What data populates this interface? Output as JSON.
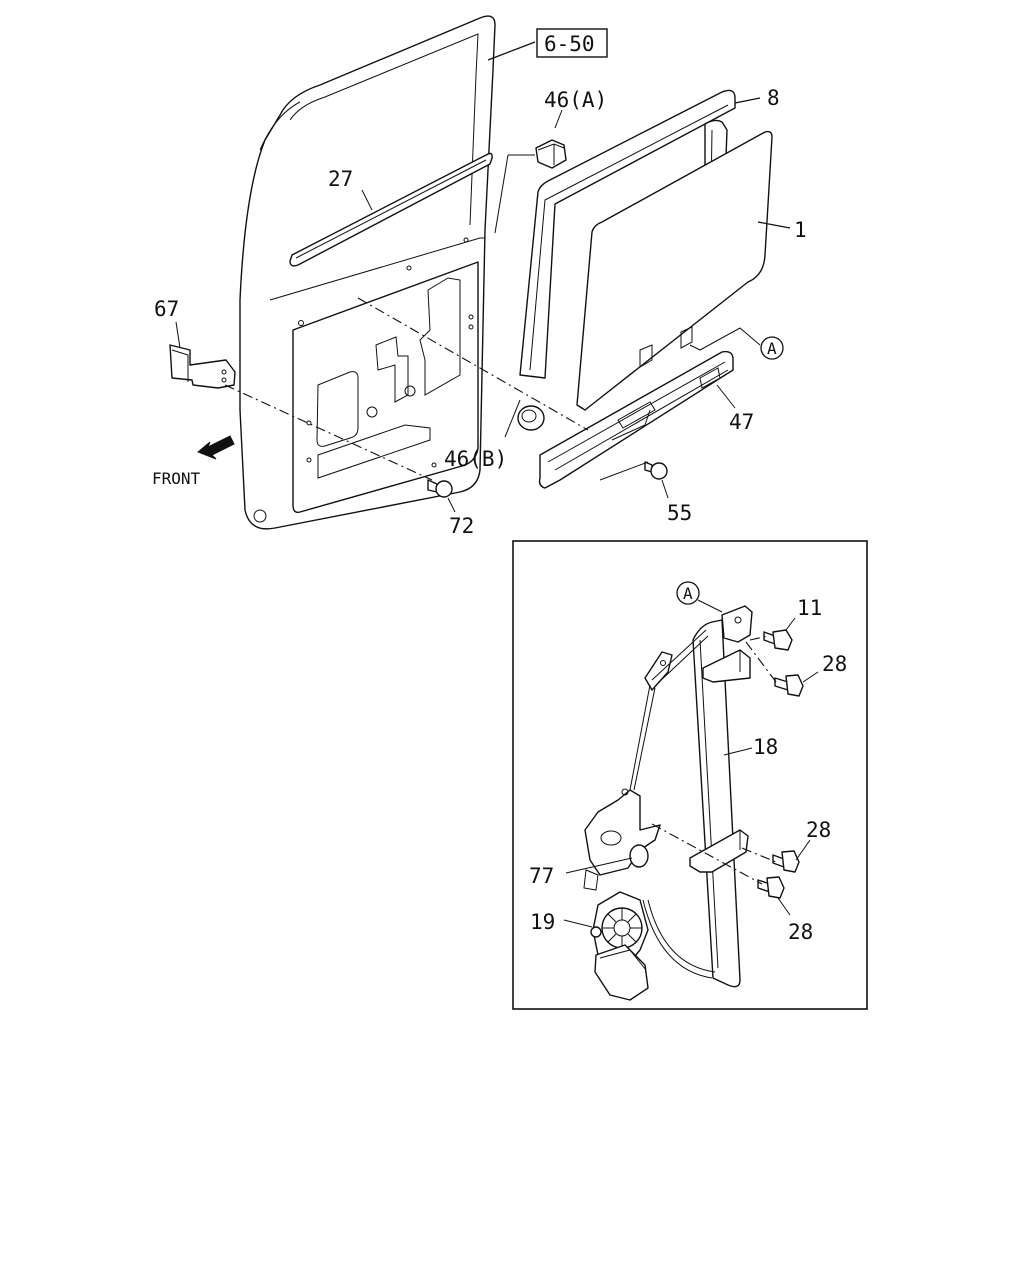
{
  "labels": {
    "ref": "6-50",
    "p8": "8",
    "p46a": "46(A)",
    "p1": "1",
    "p27": "27",
    "p67": "67",
    "circle_a": "A",
    "p47": "47",
    "p46b": "46(B)",
    "front": "FRONT",
    "p55": "55",
    "p72": "72",
    "inset_a": "A",
    "p11": "11",
    "p28_top": "28",
    "p18": "18",
    "p28_mid": "28",
    "p77": "77",
    "p28_bot": "28",
    "p19": "19"
  },
  "icons": {
    "front_arrow": "arrow-down-left-icon"
  }
}
